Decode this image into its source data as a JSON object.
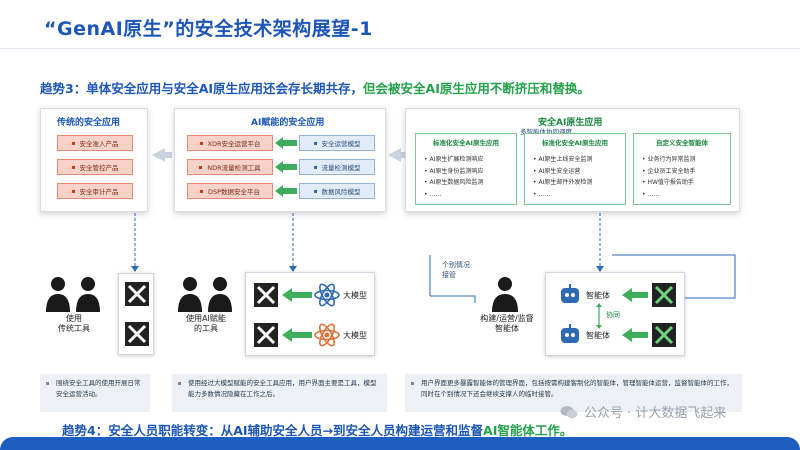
{
  "title": "“GenAI原生”的安全技术架构展望-1",
  "trend1": {
    "label": "趋势3：",
    "text_blue": "单体安全应用与安全AI原生应用还会存长期共存，",
    "text_green": "但会被安全AI原生应用不断挤压和替换。"
  },
  "panel_traditional": {
    "title": "传统的安全应用",
    "items": [
      "安全准入产品",
      "安全管控产品",
      "安全审计产品"
    ]
  },
  "panel_ai_enabled": {
    "title": "AI赋能的安全应用",
    "left_items": [
      "XDR安全运营平台",
      "NDR流量检测工具",
      "DSP数据安全平台"
    ],
    "right_items": [
      "安全运营模型",
      "流量检测模型",
      "数据风险模型"
    ]
  },
  "panel_ai_native": {
    "title": "安全AI原生应用",
    "arrow_label": "多智能体协同调度",
    "boxes": [
      {
        "title": "标准化安全AI原生应用",
        "items": [
          "AI原生扩展检测响应",
          "AI原生身份监测响应",
          "AI原生数据风险监测",
          "……"
        ]
      },
      {
        "title": "标准化安全AI原生应用",
        "items": [
          "AI原生上线安全监测",
          "AI原生安全运营",
          "AI原生邮件外发检测",
          "……"
        ]
      },
      {
        "title": "自定义安全智能体",
        "items": [
          "业务行为异常监测",
          "企业员工安全助手",
          "HW值守报告助手",
          "……"
        ]
      }
    ]
  },
  "scenario1": {
    "person_label": "使用\n传统工具"
  },
  "scenario2": {
    "person_label": "使用AI赋能\n的工具",
    "model1": "大模型",
    "model2": "大模型"
  },
  "scenario3": {
    "person_label": "构建/运营/监督\n智能体",
    "callout": "个别情况\n接管",
    "agent1": "智能体",
    "agent2": "智能体",
    "collab": "协同"
  },
  "notes": [
    "围绕安全工具的使用开展日常安全运营活动。",
    "使用经过大模型赋能的安全工具应用，用户界面主要是工具，模型能力多数情况隐藏在工作之后。",
    "用户界面更多暴露智能体的管理界面，包括按需构建客制化的智能体，管理智能体运营，监督智能体的工作，同时在个别情况下还会继续支撑人的临时接管。"
  ],
  "trend4": {
    "label": "趋势4：",
    "text_blue": "安全人员职能转变：从AI辅助安全人员→到安全人员构建运营和监督",
    "text_green": "AI智能体工作。"
  },
  "watermark": "公众号 · 计大数据飞起来",
  "colors": {
    "accent_blue": "#1d56b8",
    "accent_green": "#23a24a",
    "bar_blue": "#1d5fc0"
  }
}
